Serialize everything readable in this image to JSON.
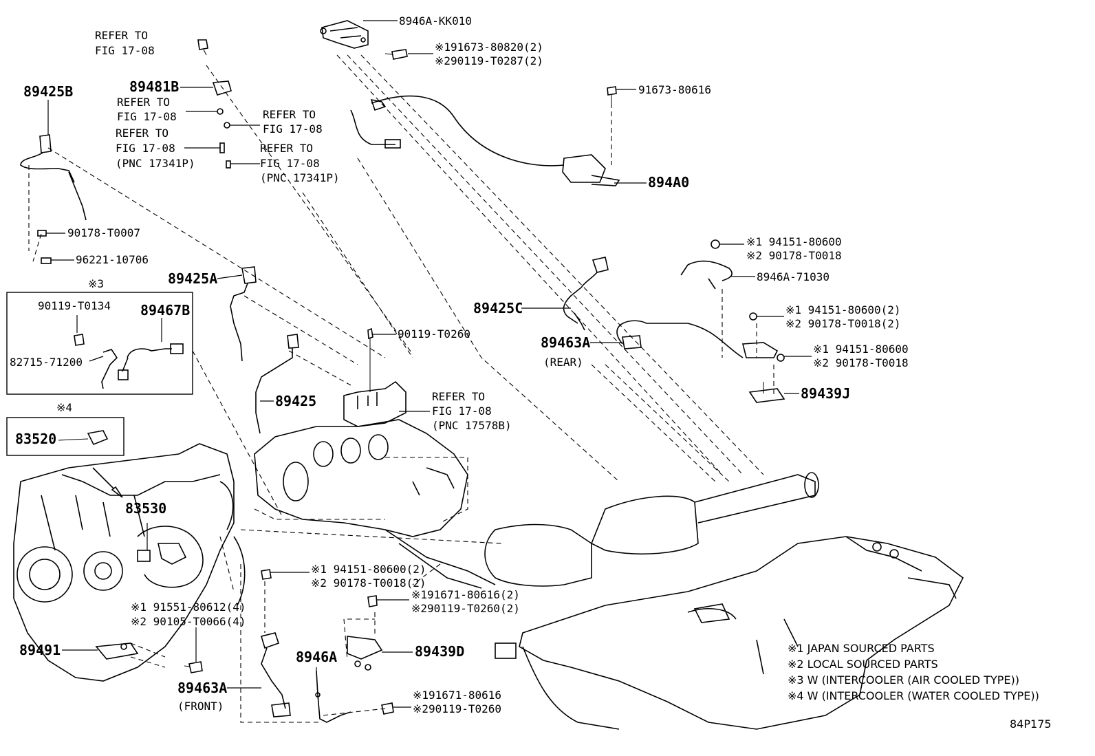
{
  "figure_code": "84P175",
  "labels": {
    "p_8946a_kk010": "8946A-KK010",
    "p_91673_80820": "※191673-80820(2)",
    "p_90119_t0287": "※290119-T0287(2)",
    "p_91673_80616": "91673-80616",
    "p_894a0": "894A0",
    "refer1_a": "REFER TO",
    "refer1_b": "FIG 17-08",
    "p_89481b": "89481B",
    "refer2_a": "REFER TO",
    "refer2_b": "FIG 17-08",
    "refer3_a": "REFER TO",
    "refer3_b": "FIG 17-08",
    "refer4_a": "REFER TO",
    "refer4_b": "FIG 17-08",
    "refer4_c": "(PNC 17341P)",
    "refer5_a": "REFER TO",
    "refer5_b": "FIG 17-08",
    "refer5_c": "(PNC 17341P)",
    "p_89425b": "89425B",
    "p_90178_t0007": "90178-T0007",
    "p_96221_10706": "96221-10706",
    "p_89425a": "89425A",
    "p_90119_t0260": "90119-T0260",
    "p_89425": "89425",
    "refer6_a": "REFER TO",
    "refer6_b": "FIG 17-08",
    "refer6_c": "(PNC 17578B)",
    "p_89425c": "89425C",
    "p_89463a_rear": "89463A",
    "rear": "(REAR)",
    "p_94151_80600_a": "※1 94151-80600",
    "p_90178_t0018_a": "※2 90178-T0018",
    "p_8946a_71030": "8946A-71030",
    "p_94151_80600_b": "※1 94151-80600(2)",
    "p_90178_t0018_b": "※2 90178-T0018(2)",
    "p_94151_80600_c": "※1 94151-80600",
    "p_90178_t0018_c": "※2 90178-T0018",
    "p_89439j": "89439J",
    "box3_mark": "※3",
    "p_90119_t0134": "90119-T0134",
    "p_89467b": "89467B",
    "p_82715_71200": "82715-71200",
    "box4_mark": "※4",
    "p_83520": "83520",
    "p_83530": "83530",
    "p_94151_80600_d": "※1 94151-80600(2)",
    "p_90178_t0018_d": "※2 90178-T0018(2)",
    "p_91671_80616_a": "※191671-80616(2)",
    "p_90119_t0260_a": "※290119-T0260(2)",
    "p_91551_80612": "※1 91551-80612(4)",
    "p_90105_t0066": "※2 90105-T0066(4)",
    "p_89491": "89491",
    "p_8946a": "8946A",
    "p_89439d": "89439D",
    "p_89463a_front": "89463A",
    "front": "(FRONT)",
    "p_91671_80616_b": "※191671-80616",
    "p_90119_t0260_b": "※290119-T0260"
  },
  "legend": [
    "※1 JAPAN SOURCED PARTS",
    "※2 LOCAL SOURCED PARTS",
    "※3 W (INTERCOOLER (AIR COOLED TYPE))",
    "※4 W (INTERCOOLER (WATER COOLED TYPE))"
  ]
}
